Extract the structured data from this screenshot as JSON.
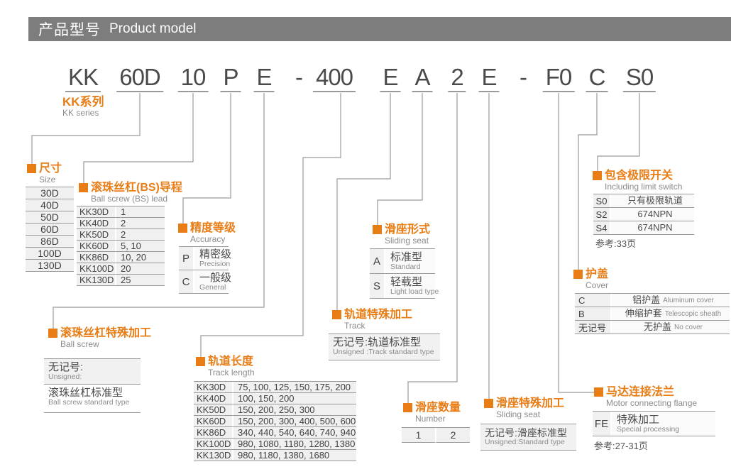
{
  "header": {
    "title_zh": "产品型号",
    "title_en": "Product model"
  },
  "model_code": {
    "tokens": [
      "KK",
      "60D",
      "10",
      "P",
      "E",
      "-",
      "400",
      "E",
      "A",
      "2",
      "E",
      "-",
      "F0",
      "C",
      "S0"
    ]
  },
  "colors": {
    "accent": "#e87c15",
    "header_bg": "#7d7d7d",
    "line": "#9a9a9a",
    "text": "#4a4a4a",
    "muted": "#8c8c8c",
    "row_bg": "#f0f0f0"
  },
  "callouts": {
    "series": {
      "title_zh": "KK系列",
      "title_en": "KK series"
    },
    "size": {
      "title_zh": "尺寸",
      "title_en": "Size",
      "rows": [
        "30D",
        "40D",
        "50D",
        "60D",
        "86D",
        "100D",
        "130D"
      ]
    },
    "lead": {
      "title_zh": "滚珠丝杠(BS)导程",
      "title_en": "Ball screw (BS) lead",
      "rows": [
        [
          "KK30D",
          "1"
        ],
        [
          "KK40D",
          "2"
        ],
        [
          "KK50D",
          "2"
        ],
        [
          "KK60D",
          "5, 10"
        ],
        [
          "KK86D",
          "10, 20"
        ],
        [
          "KK100D",
          "20"
        ],
        [
          "KK130D",
          "25"
        ]
      ]
    },
    "accuracy": {
      "title_zh": "精度等级",
      "title_en": "Accuracy",
      "rows": [
        {
          "code": "P",
          "zh": "精密级",
          "en": "Precision"
        },
        {
          "code": "C",
          "zh": "一般级",
          "en": "General"
        }
      ]
    },
    "ball_screw_special": {
      "title_zh": "滚珠丝杠特殊加工",
      "title_en": "Ball screw",
      "box1_zh": "无记号:",
      "box1_en": "Unsigned:",
      "box2_zh": "滚珠丝杠标准型",
      "box2_en": "Ball screw standard type"
    },
    "track_length": {
      "title_zh": "轨道长度",
      "title_en": "Track length",
      "rows": [
        [
          "KK30D",
          "75, 100, 125, 150, 175, 200"
        ],
        [
          "KK40D",
          "100, 150, 200"
        ],
        [
          "KK50D",
          "150, 200, 250, 300"
        ],
        [
          "KK60D",
          "150, 200, 300, 400, 500, 600"
        ],
        [
          "KK86D",
          "340, 440, 540, 640, 740, 940"
        ],
        [
          "KK100D",
          "980, 1080, 1180, 1280, 1380"
        ],
        [
          "KK130D",
          "980, 1180, 1380, 1680"
        ]
      ]
    },
    "track_special": {
      "title_zh": "轨道特殊加工",
      "title_en": "Track",
      "box_zh": "无记号:轨道标准型",
      "box_en": "Unsigned :Track standard type"
    },
    "seat_type": {
      "title_zh": "滑座形式",
      "title_en": "Sliding seat",
      "rows": [
        {
          "code": "A",
          "zh": "标准型",
          "en": "Standard"
        },
        {
          "code": "S",
          "zh": "轻载型",
          "en": "Light load type"
        }
      ]
    },
    "seat_number": {
      "title_zh": "滑座数量",
      "title_en": "Number",
      "cells": [
        "1",
        "2"
      ]
    },
    "seat_special": {
      "title_zh": "滑座特殊加工",
      "title_en": "Sliding seat",
      "box_zh": "无记号:滑座标准型",
      "box_en": "Unsigned:Standard type"
    },
    "flange": {
      "title_zh": "马达连接法兰",
      "title_en": "Motor connecting flange",
      "rows": [
        {
          "code": "FE",
          "zh": "特殊加工",
          "en": "Special processing"
        }
      ],
      "ref": "参考:27-31页"
    },
    "cover": {
      "title_zh": "护盖",
      "title_en": "Cover",
      "rows": [
        {
          "code": "C",
          "zh": "铝护盖",
          "en": "Aluminum cover"
        },
        {
          "code": "B",
          "zh": "伸缩护套",
          "en": "Telescopic sheath"
        },
        {
          "code": "无记号",
          "zh": "无护盖",
          "en": "No cover"
        }
      ]
    },
    "limit_switch": {
      "title_zh": "包含极限开关",
      "title_en": "Including limit switch",
      "rows": [
        [
          "S0",
          "只有极限轨道"
        ],
        [
          "S2",
          "674NPN"
        ],
        [
          "S4",
          "674NPN"
        ]
      ],
      "ref": "参考:33页"
    }
  }
}
